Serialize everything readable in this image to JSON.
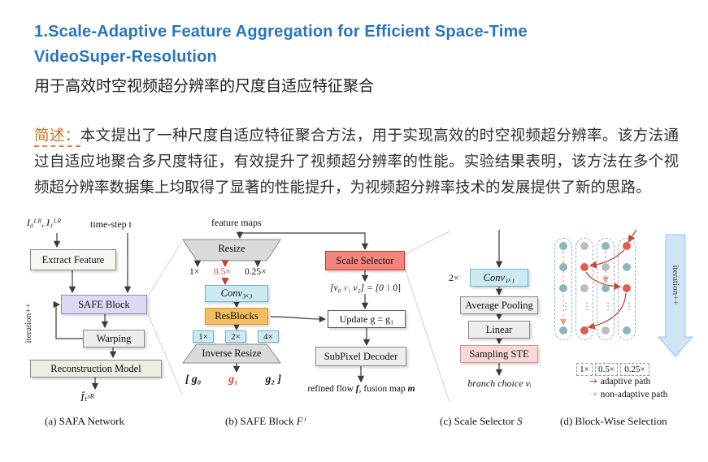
{
  "colors": {
    "title_blue": "#2776bd",
    "summary_label_orange": "#c5721f",
    "safe_block_lavender": "#dcd9f2",
    "conv_cyan": "#cdeaf2",
    "resblocks_gold": "#f3bd60",
    "scale_selector_red": "#f2857b",
    "adaptive_path_red": "#cf3d35",
    "non_adaptive_path_pink": "#e89f99",
    "iteration_arrow_blue": "#cfe4f7"
  },
  "page": {
    "title_line1": "1.Scale-Adaptive Feature Aggregation for Efficient Space-Time",
    "title_line2": "VideoSuper-Resolution",
    "subtitle": "用于高效时空视频超分辨率的尺度自适应特征聚合",
    "summary": {
      "label": "简述：",
      "text": "本文提出了一种尺度自适应特征聚合方法，用于实现高效的时空视频超分辨率。该方法通过自适应地聚合多尺度特征，有效提升了视频超分辨率的性能。实验结果表明，该方法在多个视频超分辨率数据集上均取得了显著的性能提升，为视频超分辨率技术的发展提供了新的思路。"
    }
  },
  "figure": {
    "panel_a": {
      "caption": "(a) SAFA Network",
      "inputs": "I₀ᴸᴿ, I₁ᴸᴿ",
      "timestep": "time-step t",
      "iteration_label": "iteration++",
      "extract_feature": "Extract Feature",
      "safe_block": "SAFE Block",
      "warping": "Warping",
      "reconstruction_model": "Reconstruction Model",
      "output": "Îₜˢᴿ"
    },
    "panel_b": {
      "caption_text": "(b) SAFE Block ",
      "caption_math": "Fⁱ",
      "feature_maps": "feature maps",
      "resize": "Resize",
      "branch_1x": "1×",
      "branch_05x": "0.5×",
      "branch_025x": "0.25×",
      "conv3x3": "Conv₃ₓ₃",
      "resblocks": "ResBlocks",
      "up_1x": "1×",
      "up_2x": "2×",
      "up_4x": "4×",
      "inverse_resize": "Inverse Resize",
      "g_open": "[ g₀",
      "g_sel": "g₁",
      "g_close": "g₂ ]",
      "scale_selector": "Scale Selector",
      "v_pre": "[v₀ ",
      "v_sel": "v₁",
      "v_mid": " v₂] = [0 ",
      "v_one": "1",
      "v_post": " 0]",
      "update": "Update g = g₁",
      "subpixel_decoder": "SubPixel Decoder",
      "note_pre": "refined flow ",
      "note_f": "f",
      "note_mid": ", fusion map ",
      "note_m": "m"
    },
    "panel_c": {
      "caption_text": "(c) Scale Selector ",
      "caption_math": "S",
      "mult": "2×",
      "conv1x1": "Conv₁ₓ₁",
      "avg_pool": "Average Pooling",
      "linear": "Linear",
      "sampling_ste": "Sampling STE",
      "output": "branch choice vᵢ"
    },
    "panel_d": {
      "caption": "(d) Block-Wise Selection",
      "iteration_label": "iteration++",
      "scale_labels": [
        "1×",
        "0.5×",
        "0.25×"
      ],
      "ellipsis": "⋮",
      "legend": [
        {
          "icon": "→",
          "label": "adaptive path"
        },
        {
          "icon": "⇢",
          "label": "non-adaptive path"
        }
      ],
      "grid": [
        [
          "teal",
          "gray",
          "teal",
          "red"
        ],
        [
          "teal",
          "red",
          "gray",
          "teal"
        ],
        [
          "teal",
          "gray",
          "teal",
          "red"
        ],
        [
          "dots",
          "dots",
          "dots",
          "dots"
        ],
        [
          "teal",
          "red",
          "gray",
          "teal"
        ]
      ],
      "dot_colors": {
        "teal": "#8fb6bc",
        "gray": "#b9bdbf",
        "red": "#e05c55"
      }
    }
  }
}
